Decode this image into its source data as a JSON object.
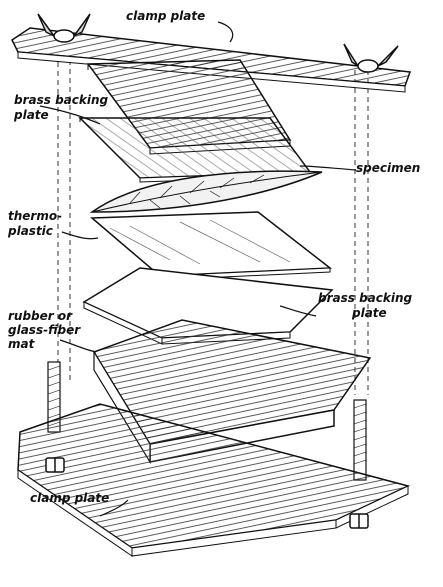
{
  "labels": {
    "clamp_top": "clamp plate",
    "brass_backing_1_line1": "brass backing",
    "brass_backing_1_line2": "plate",
    "specimen": "specimen",
    "thermoplastic_line1": "thermo-",
    "thermoplastic_line2": "plastic",
    "brass_backing_2_line1": "brass backing",
    "brass_backing_2_line2": "plate",
    "mat_line1": "rubber or",
    "mat_line2": "glass-fiber",
    "mat_line3": "mat",
    "clamp_bottom": "clamp plate"
  },
  "icons": [
    "wing-nut-icon",
    "bolt-icon",
    "hex-nut-icon",
    "leaf-icon"
  ]
}
